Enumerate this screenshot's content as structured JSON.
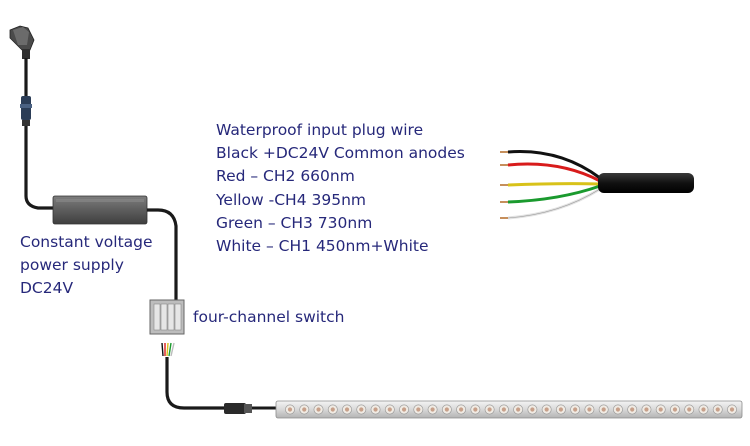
{
  "labels": {
    "power_supply": [
      "Constant voltage",
      "power supply",
      "DC24V"
    ],
    "switch": "four-channel switch",
    "wires": [
      "Waterproof input plug wire",
      "Black +DC24V Common anodes",
      "Red – CH2 660nm",
      "Yellow -CH4 395nm",
      "Green – CH3 730nm",
      "White – CH1 450nm+White"
    ]
  },
  "wire_colors": {
    "black": "#111111",
    "red": "#d81b1b",
    "yellow": "#d8c21a",
    "green": "#1a9a2e",
    "white": "#c8c8c8",
    "text": "#26287a"
  },
  "led_bar": {
    "led_count": 32
  }
}
